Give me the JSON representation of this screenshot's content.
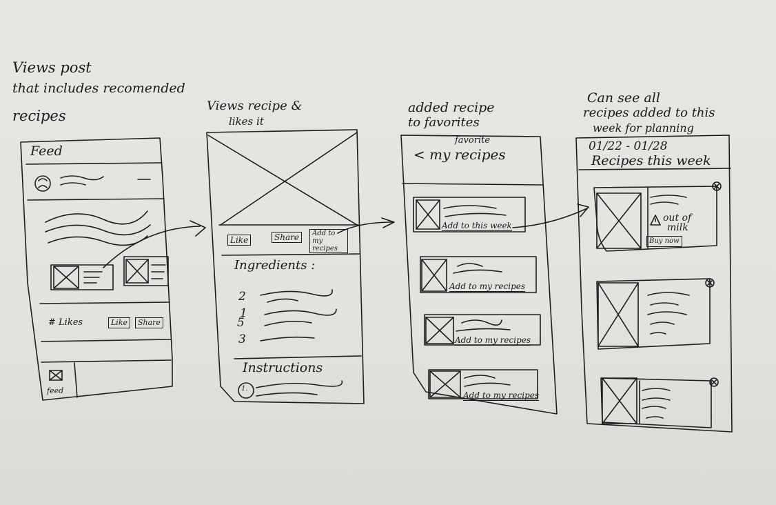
{
  "captions": {
    "c1_line1": "Views post",
    "c1_line2": "that includes recomended",
    "c1_line3": "recipes",
    "c2_line1": "Views recipe &",
    "c2_line2": "likes it",
    "c3_line1": "added recipe",
    "c3_line2": "to favorites",
    "c4_line1": "Can see all",
    "c4_line2": "recipes added to this",
    "c4_line3": "week for planning"
  },
  "screen1": {
    "title": "Feed",
    "likes": "# Likes",
    "like_button": "Like",
    "share_button": "Share",
    "nav_label": "feed"
  },
  "screen2": {
    "like_button": "Like",
    "share_button": "Share",
    "add_button": "Add to my recipes",
    "ingredients_heading": "Ingredients :",
    "ingredient_numbers": [
      "2",
      "1",
      "5",
      "3"
    ],
    "instructions_heading": "Instructions",
    "step_number": "1."
  },
  "screen3": {
    "overline": "favorite",
    "title": "< my recipes",
    "cards": [
      {
        "action": "Add to this week"
      },
      {
        "action": "Add to my recipes"
      },
      {
        "action": "Add to my recipes"
      },
      {
        "action": "Add to my recipes"
      }
    ]
  },
  "screen4": {
    "date_range": "01/22 - 01/28",
    "title": "Recipes this week",
    "alert_icon": "warning-icon",
    "alert_line1": "out of",
    "alert_line2": "milk",
    "buy_button": "Buy now"
  }
}
